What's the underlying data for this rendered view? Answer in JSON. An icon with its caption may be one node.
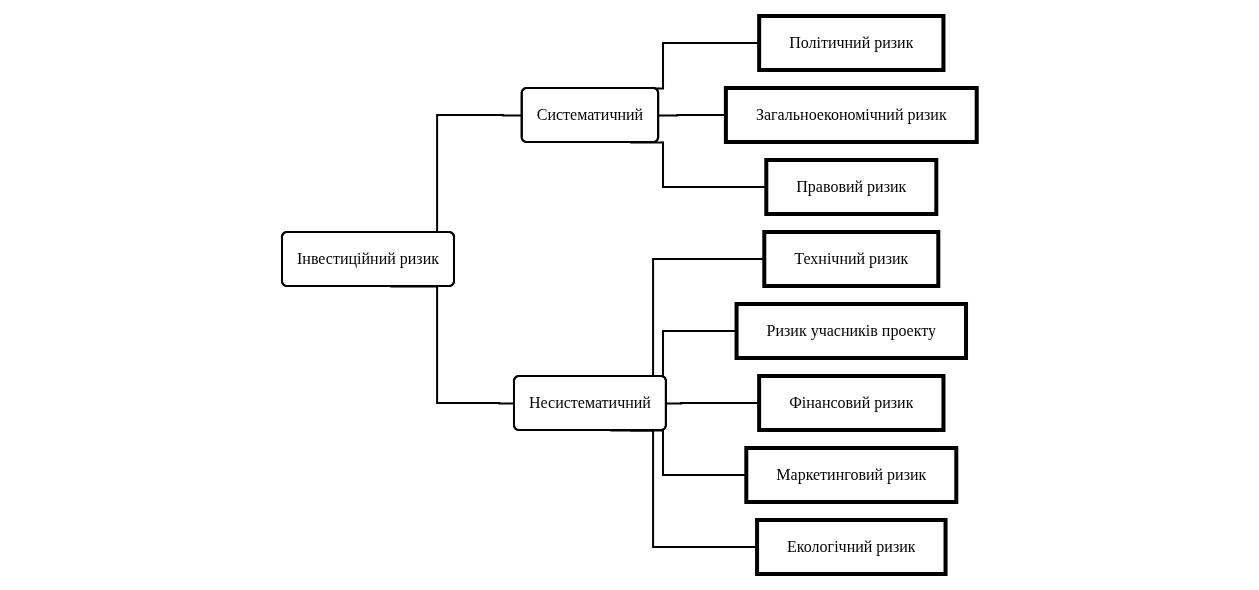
{
  "diagram": {
    "nodes": [
      {
        "text": [
          "Інвестиційний ризик"
        ]
      },
      {
        "text": [
          "Систематичний"
        ]
      },
      {
        "text": [
          "Несистематичний"
        ]
      },
      {
        "text": [
          "Політичний ризик"
        ]
      },
      {
        "text": [
          "Загальноекономічний ризик"
        ]
      },
      {
        "text": [
          "Правовий ризик"
        ]
      },
      {
        "text": [
          "Технічний ризик"
        ]
      },
      {
        "text": [
          "Ризик учасників проекту"
        ]
      },
      {
        "text": [
          "Фінансовий ризик"
        ]
      },
      {
        "text": [
          "Маркетинговий ризик"
        ]
      },
      {
        "text": [
          "Екологічний ризик"
        ]
      }
    ],
    "edges": [
      {
        "from": 0,
        "to": 1,
        "arrow": "none"
      },
      {
        "from": 0,
        "to": 2,
        "arrow": "none"
      },
      {
        "from": 1,
        "to": 3,
        "arrow": "none"
      },
      {
        "from": 1,
        "to": 4,
        "arrow": "none"
      },
      {
        "from": 1,
        "to": 5,
        "arrow": "none"
      },
      {
        "from": 2,
        "to": 6,
        "arrow": "none"
      },
      {
        "from": 2,
        "to": 7,
        "arrow": "none"
      },
      {
        "from": 2,
        "to": 8,
        "arrow": "none"
      },
      {
        "from": 2,
        "to": 9,
        "arrow": "none"
      },
      {
        "from": 2,
        "to": 10,
        "arrow": "none"
      }
    ]
  }
}
